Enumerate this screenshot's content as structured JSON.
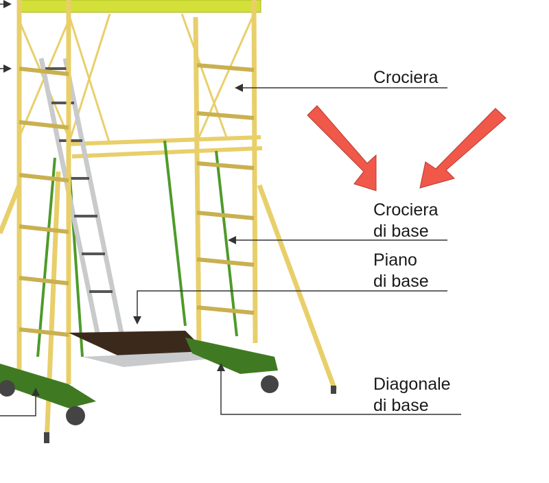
{
  "labels": {
    "crociera": "Crociera",
    "crociera_di_base": [
      "Crociera",
      "di base"
    ],
    "piano_di_base": [
      "Piano",
      "di base"
    ],
    "diagonale_di_base": [
      "Diagonale",
      "di base"
    ]
  },
  "colors": {
    "frame_yellow": "#e8cf6a",
    "platform_yellow": "#d4e03a",
    "brace_green": "#4e9a2a",
    "base_green": "#3f7a22",
    "arrow_red": "#f0584a",
    "deck_brown": "#3b2a1c",
    "ladder_grey": "#c8cacc"
  }
}
